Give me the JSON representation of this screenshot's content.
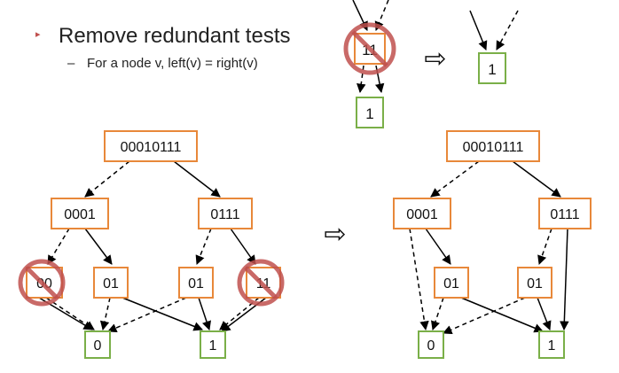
{
  "bullet": {
    "marker": "▸",
    "title": "Remove redundant tests",
    "sub_dash": "–",
    "subtitle": "For a node v, left(v) = right(v)"
  },
  "example": {
    "redundant_node": "11",
    "child": "1",
    "result": "1",
    "arrow": "⇨"
  },
  "before": {
    "root": "00010111",
    "level1": [
      "0001",
      "0111"
    ],
    "level2": [
      "00",
      "01",
      "01",
      "11"
    ],
    "leaves": [
      "0",
      "1"
    ]
  },
  "arrow": "⇨",
  "after": {
    "root": "00010111",
    "level1": [
      "0001",
      "0111"
    ],
    "level2": [
      "01",
      "01"
    ],
    "leaves": [
      "0",
      "1"
    ]
  },
  "colors": {
    "internal_node": "#e8883a",
    "leaf_node": "#7aaf48",
    "edge": "#000000",
    "prohibition_mark": "#c0504d",
    "bullet_marker": "#c0504d"
  }
}
